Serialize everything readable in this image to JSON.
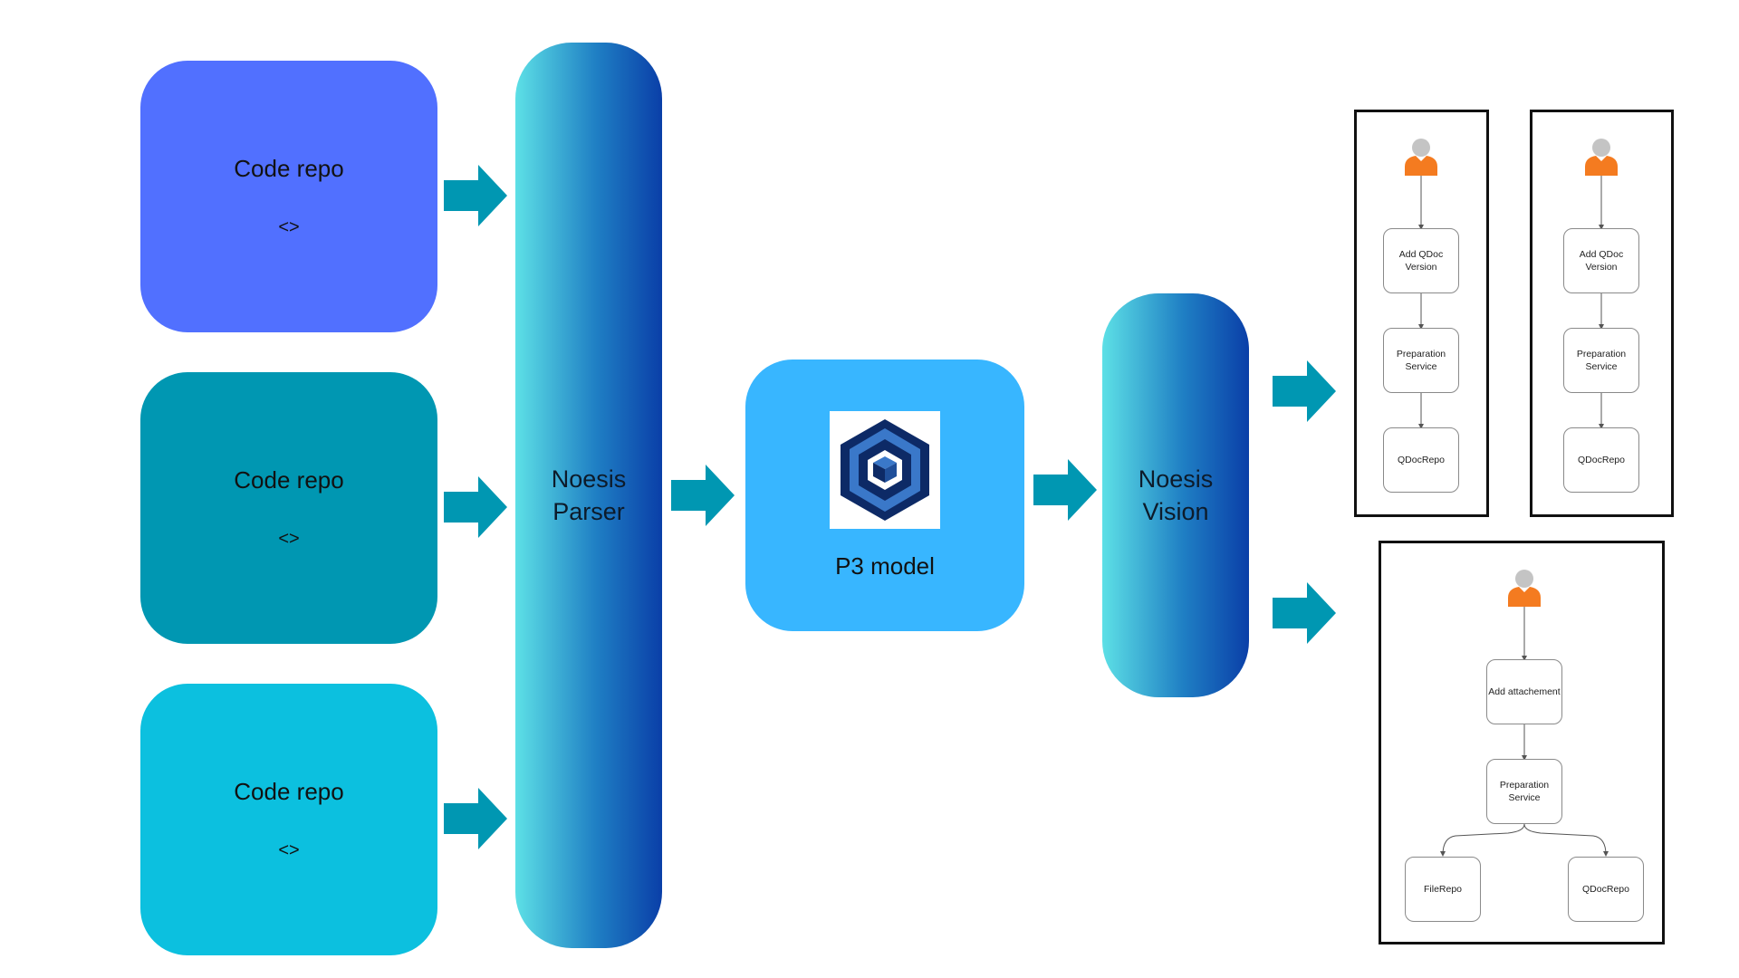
{
  "repos": [
    {
      "title": "Code repo",
      "symbol": "<>"
    },
    {
      "title": "Code repo",
      "symbol": "<>"
    },
    {
      "title": "Code repo",
      "symbol": "<>"
    }
  ],
  "parser": {
    "line1": "Noesis",
    "line2": "Parser"
  },
  "model": {
    "label": "P3 model"
  },
  "vision": {
    "line1": "Noesis",
    "line2": "Vision"
  },
  "flows": [
    {
      "nodes": [
        "Add QDoc Version",
        "Preparation Service",
        "QDocRepo"
      ]
    },
    {
      "nodes": [
        "Add QDoc Version",
        "Preparation Service",
        "QDocRepo"
      ]
    },
    {
      "nodes": [
        "Add attachement",
        "Preparation Service",
        "FileRepo",
        "QDocRepo"
      ]
    }
  ],
  "colors": {
    "repo1": "#5170ff",
    "repo2": "#0097b2",
    "repo3": "#0cc0df",
    "arrow": "#0097b2",
    "model": "#38b6ff",
    "person_body": "#f47b20",
    "person_head": "#c4c4c4"
  }
}
